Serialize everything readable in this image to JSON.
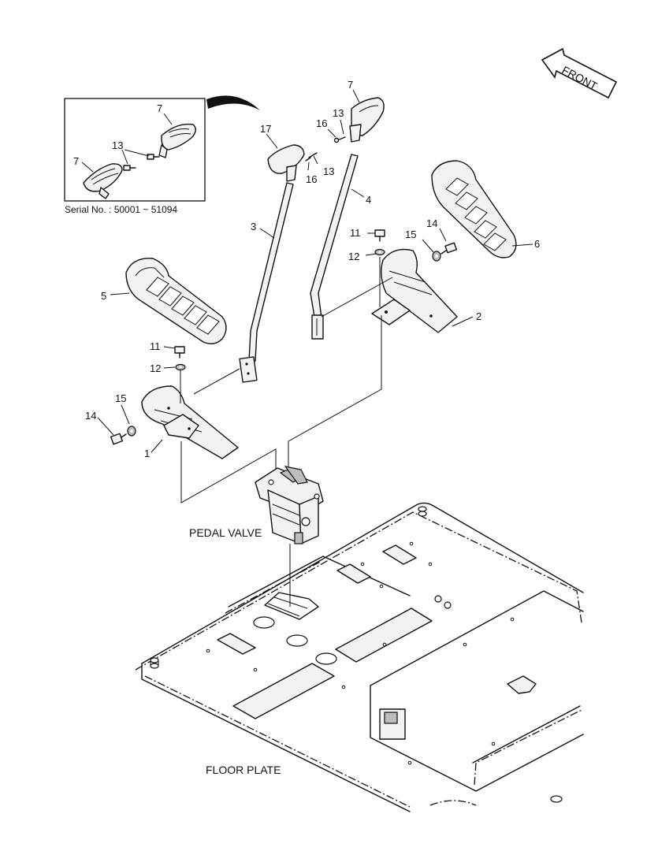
{
  "inset": {
    "serial_label": "Serial No. : 50001 ~ 51094",
    "callouts": {
      "c7a": "7",
      "c7b": "7",
      "c13": "13"
    }
  },
  "front_arrow": {
    "label": "FRONT"
  },
  "labels": {
    "pedal_valve": "PEDAL VALVE",
    "floor_plate": "FLOOR PLATE"
  },
  "callouts": {
    "c17": "17",
    "c16a": "16",
    "c13a": "13",
    "c3": "3",
    "c7": "7",
    "c13b": "13",
    "c16b": "16",
    "c4": "4",
    "c11a": "11",
    "c15a": "15",
    "c14a": "14",
    "c12a": "12",
    "c6": "6",
    "c2": "2",
    "c5": "5",
    "c11b": "11",
    "c12b": "12",
    "c15b": "15",
    "c14b": "14",
    "c1": "1"
  }
}
